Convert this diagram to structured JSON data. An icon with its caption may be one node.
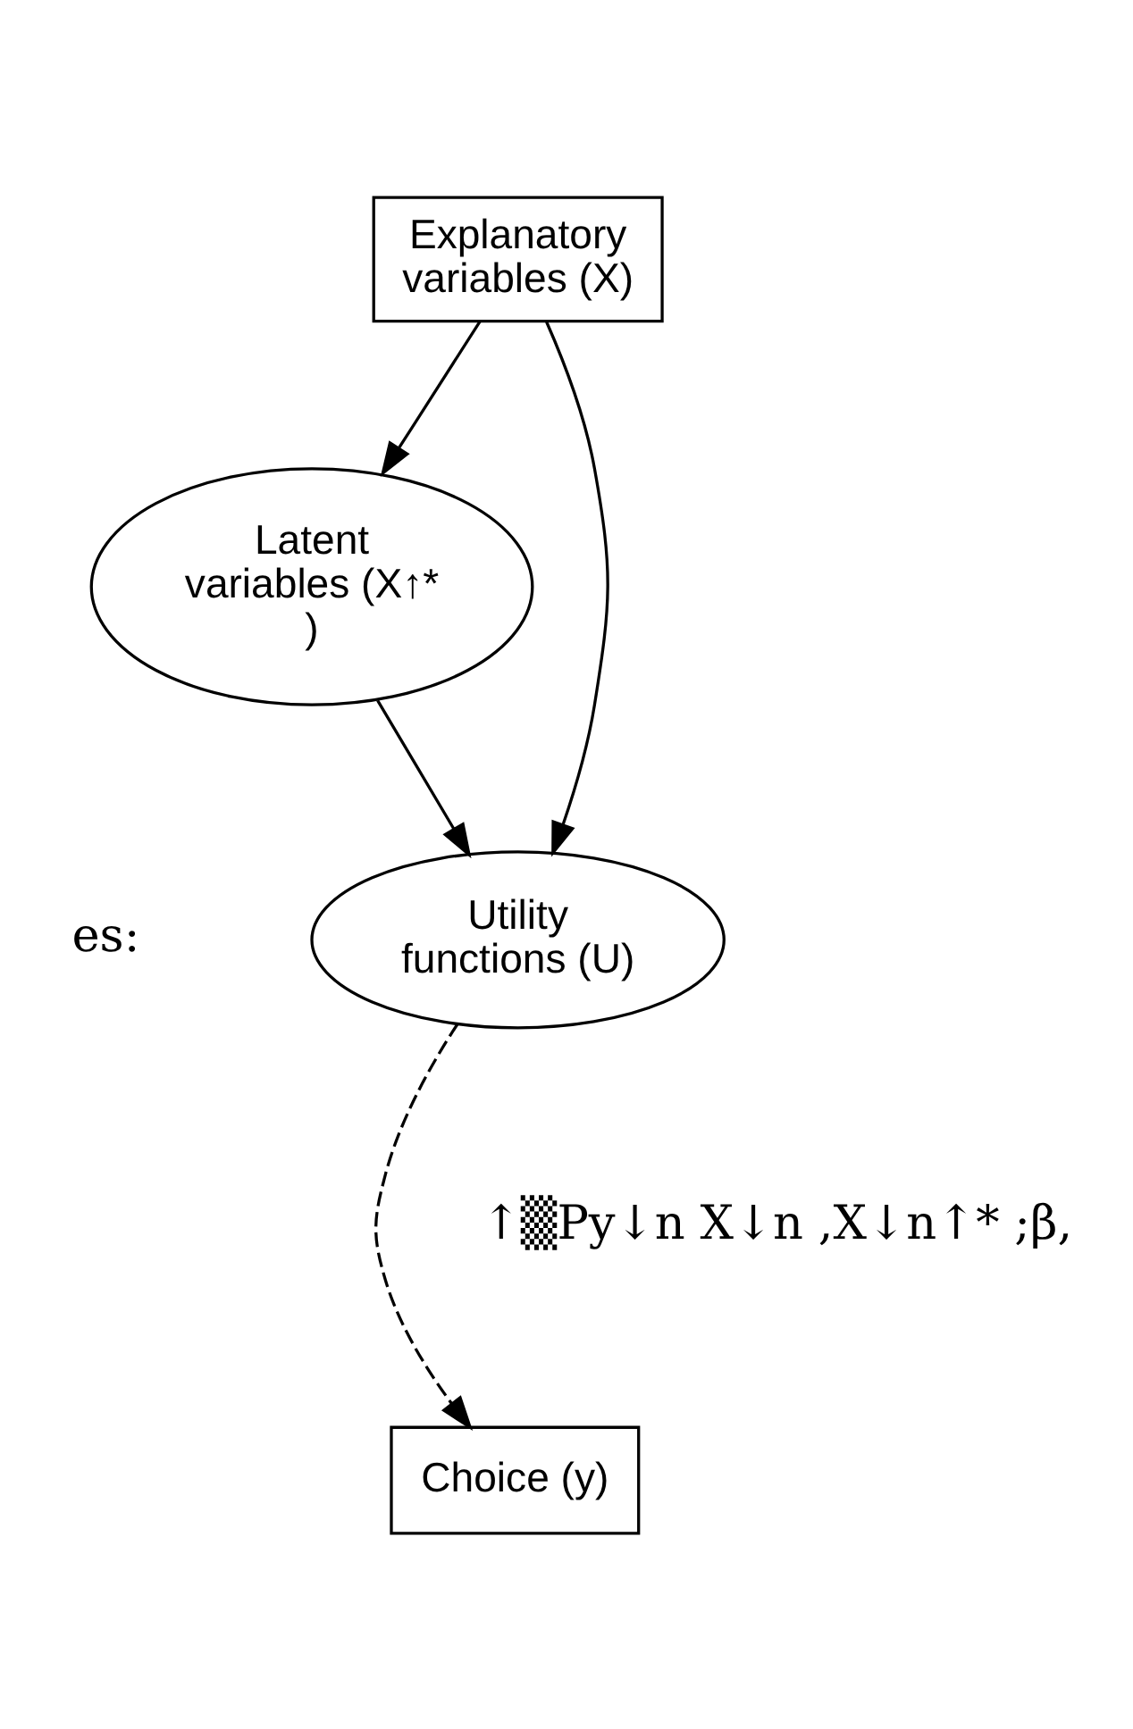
{
  "diagram": {
    "nodes": [
      {
        "text": [
          "Explanatory variables (X)"
        ]
      },
      {
        "text": [
          "Latent variables (X↑* )"
        ]
      },
      {
        "text": [
          "Utility functions (U)"
        ]
      },
      {
        "text": [
          "Choice (y)"
        ]
      }
    ],
    "edges": [
      {
        "from": 0,
        "to": 1,
        "arrow": "to"
      },
      {
        "from": 0,
        "to": 2,
        "arrow": "to"
      },
      {
        "from": 1,
        "to": 2,
        "arrow": "to"
      },
      {
        "from": 2,
        "to": 3,
        "arrow": "to",
        "style": "dashed"
      }
    ],
    "labels": [
      "es:",
      "↑▒Py↓n X↓n ,X↓n↑* ;β,"
    ]
  }
}
